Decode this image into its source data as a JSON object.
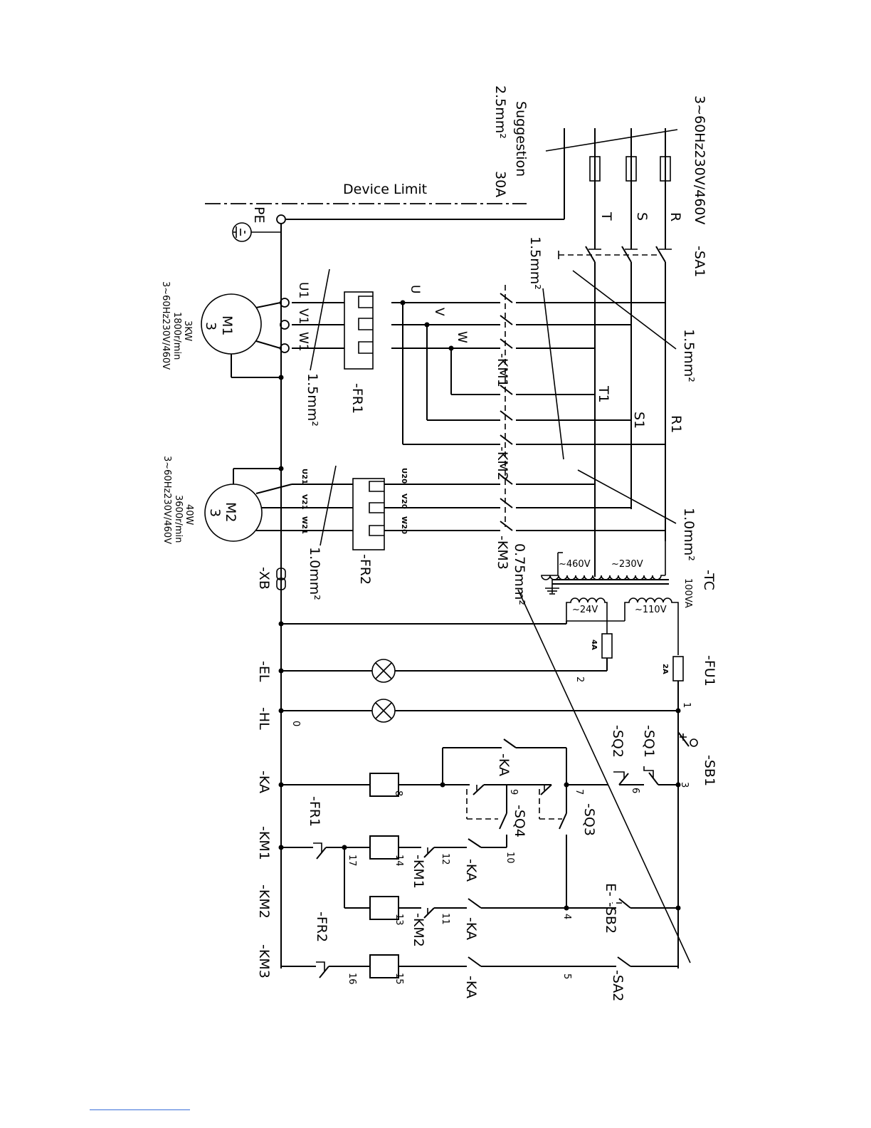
{
  "diagram": {
    "supply": "3~60Hz230V/460V",
    "main_switch": "-SA1",
    "suggestion_title": "Suggestion",
    "suggestion_spec": "2.5mm²",
    "suggestion_current": "30A",
    "device_limit": "Device Limit",
    "phases": [
      "R",
      "S",
      "T"
    ],
    "phases_mid": [
      "R1",
      "S1",
      "T1"
    ],
    "pe": "PE",
    "wire_sizes": {
      "a": "1.5mm²",
      "b": "1.5mm²",
      "c": "1.5mm²",
      "d": "1.0mm²",
      "e": "1.0mm²",
      "f": "0.75mm²"
    },
    "motor_phases": [
      "U",
      "V",
      "W"
    ],
    "m1": {
      "name": "M1",
      "phase": "3",
      "terminals": [
        "U1",
        "V1",
        "W1"
      ],
      "spec": [
        "3KW",
        "1800r/min",
        "3~60Hz230V/460V"
      ]
    },
    "m2": {
      "name": "M2",
      "phase": "3",
      "terminals_top": [
        "U20",
        "V20",
        "W20"
      ],
      "terminals_bottom": [
        "U21",
        "V21",
        "W21"
      ],
      "spec": [
        "40W",
        "3600r/min",
        "3~60Hz230V/460V"
      ]
    },
    "contactors": [
      "-KM1",
      "-KM2",
      "-KM3"
    ],
    "relays": [
      "-FR1",
      "-FR2"
    ],
    "transformer": {
      "name": "-TC",
      "rating": "100VA",
      "primary": [
        "~460V",
        "~230V"
      ],
      "secondary": [
        "~24V",
        "~110V"
      ]
    },
    "fuse": {
      "name": "-FU1",
      "a": "2A",
      "b": "4A"
    },
    "xb": "-XB",
    "lamps": [
      "-EL",
      "-HL"
    ],
    "sb1": "-SB1",
    "sq": [
      "-SQ1",
      "-SQ2",
      "-SQ3",
      "-SQ4"
    ],
    "ka": "-KA",
    "sb2": "-SB2",
    "sa2": "-SA2",
    "bottom_labels": [
      "-KA",
      "-KM1",
      "-KM2",
      "-KM3"
    ],
    "nodes": [
      "0",
      "1",
      "2",
      "3",
      "4",
      "5",
      "6",
      "7",
      "8",
      "9",
      "10",
      "11",
      "12",
      "13",
      "14",
      "15",
      "16",
      "17"
    ],
    "coil_ka": [
      "-KA",
      "-KA",
      "-KA"
    ],
    "coil_km": [
      "-KM1",
      "-KM2"
    ],
    "fr_contacts": [
      "-FR1",
      "-FR2"
    ],
    "sb2_sign": "E-"
  }
}
